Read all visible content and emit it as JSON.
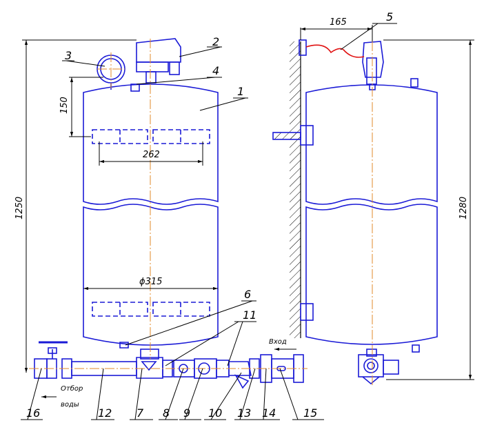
{
  "dimensions": {
    "height_left": "1250",
    "height_right": "1280",
    "gauge_offset": "150",
    "heater_span": "262",
    "diameter": "ϕ315",
    "wall_offset": "165"
  },
  "callouts": [
    "1",
    "2",
    "3",
    "4",
    "5",
    "6",
    "7",
    "8",
    "9",
    "10",
    "11",
    "12",
    "13",
    "14",
    "15",
    "16"
  ],
  "notes": {
    "outlet_line1": "Отбор",
    "outlet_line2": "воды",
    "inlet": "Вход"
  },
  "colors": {
    "outline": "#1a1ad6",
    "centerline": "#e08a2a",
    "dimension": "#000000",
    "wire": "#e01010"
  }
}
